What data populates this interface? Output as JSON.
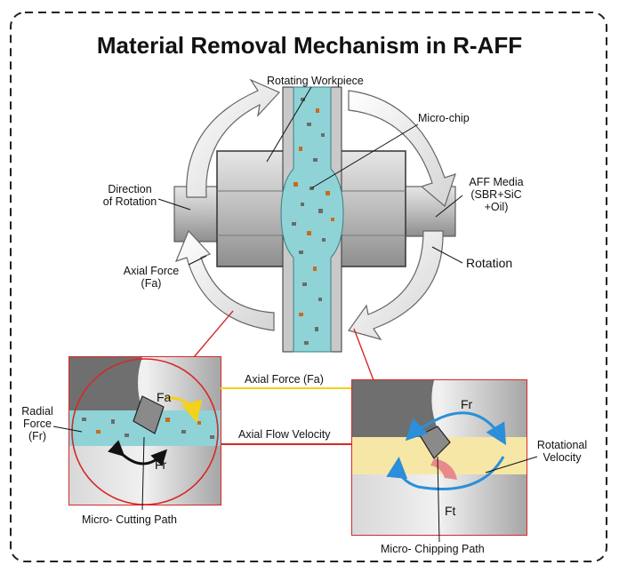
{
  "title": "Material Removal Mechanism in R-AFF",
  "labels": {
    "rotating_workpiece": "Rotating Workpiece",
    "micro_chip": "Micro-chip",
    "direction_of_rotation_1": "Direction",
    "direction_of_rotation_2": "of Rotation",
    "aff_media_1": "AFF Media",
    "aff_media_2": "(SBR+SiC",
    "aff_media_3": "+Oil)",
    "rotation": "Rotation",
    "axial_force_1": "Axial Force",
    "axial_force_2": "(Fa)",
    "radial_force_1": "Radial",
    "radial_force_2": "Force",
    "radial_force_3": "(Fr)",
    "axial_force_fa": "Axial Force (Fa)",
    "axial_flow_velocity": "Axial Flow Velocity",
    "rotational_velocity_1": "Rotational",
    "rotational_velocity_2": "Velocity",
    "micro_cutting_path": "Micro- Cutting Path",
    "micro_chipping_path": "Micro- Chipping Path",
    "inset_left_fa": "Fa",
    "inset_left_fr": "Fr",
    "inset_right_fr": "Fr",
    "inset_right_ft": "Ft"
  },
  "colors": {
    "media": "#8fd3d6",
    "metal": "#9a9a9a",
    "red": "#d62828",
    "yellow": "#f2d21b",
    "blue": "#2b8fd9",
    "flow_band": "#f6e7a6"
  }
}
